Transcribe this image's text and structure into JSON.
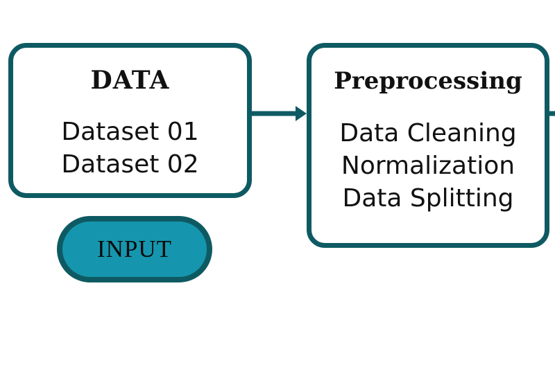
{
  "diagram": {
    "colors": {
      "border": "#0e5a63",
      "pill_fill": "#1596ae",
      "text": "#111111",
      "background": "#ffffff"
    },
    "data_box": {
      "title": "DATA",
      "items": [
        "Dataset 01",
        "Dataset 02"
      ]
    },
    "preprocessing_box": {
      "title": "Preprocessing",
      "items": [
        "Data Cleaning",
        "Normalization",
        "Data Splitting"
      ]
    },
    "input_pill": {
      "label": "INPUT"
    },
    "connectors": [
      {
        "from": "data_box",
        "to": "preprocessing_box",
        "type": "arrow"
      },
      {
        "from": "preprocessing_box",
        "to": "offscreen-right",
        "type": "line"
      }
    ]
  }
}
